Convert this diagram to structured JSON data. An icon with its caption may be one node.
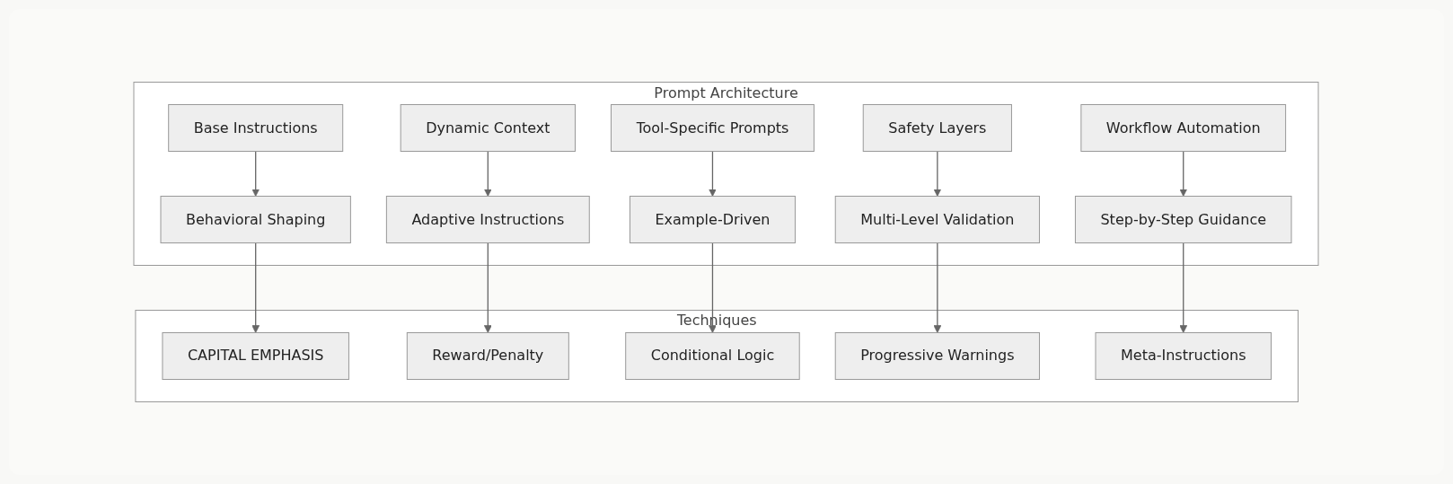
{
  "diagram": {
    "nodes": [
      {
        "text": [
          "Prompt Architecture"
        ]
      },
      {
        "text": [
          "Base Instructions"
        ],
        "in": 0
      },
      {
        "text": [
          "Dynamic Context"
        ],
        "in": 0
      },
      {
        "text": [
          "Tool-Specific Prompts"
        ],
        "in": 0
      },
      {
        "text": [
          "Safety Layers"
        ],
        "in": 0
      },
      {
        "text": [
          "Workflow Automation"
        ],
        "in": 0
      },
      {
        "text": [
          "Behavioral Shaping"
        ],
        "in": 0
      },
      {
        "text": [
          "Adaptive Instructions"
        ],
        "in": 0
      },
      {
        "text": [
          "Example-Driven"
        ],
        "in": 0
      },
      {
        "text": [
          "Multi-Level Validation"
        ],
        "in": 0
      },
      {
        "text": [
          "Step-by-Step Guidance"
        ],
        "in": 0
      },
      {
        "text": [
          "Techniques"
        ]
      },
      {
        "text": [
          "CAPITAL EMPHASIS"
        ],
        "in": 11
      },
      {
        "text": [
          "Reward/Penalty"
        ],
        "in": 11
      },
      {
        "text": [
          "Conditional Logic"
        ],
        "in": 11
      },
      {
        "text": [
          "Progressive Warnings"
        ],
        "in": 11
      },
      {
        "text": [
          "Meta-Instructions"
        ],
        "in": 11
      }
    ],
    "edges": [
      {
        "from": 1,
        "to": 6,
        "arrow": "to"
      },
      {
        "from": 2,
        "to": 7,
        "arrow": "to"
      },
      {
        "from": 3,
        "to": 8,
        "arrow": "to"
      },
      {
        "from": 4,
        "to": 9,
        "arrow": "to"
      },
      {
        "from": 5,
        "to": 10,
        "arrow": "to"
      },
      {
        "from": 6,
        "to": 12,
        "arrow": "to"
      },
      {
        "from": 7,
        "to": 13,
        "arrow": "to"
      },
      {
        "from": 8,
        "to": 14,
        "arrow": "to"
      },
      {
        "from": 9,
        "to": 15,
        "arrow": "to"
      },
      {
        "from": 10,
        "to": 16,
        "arrow": "to"
      }
    ]
  }
}
